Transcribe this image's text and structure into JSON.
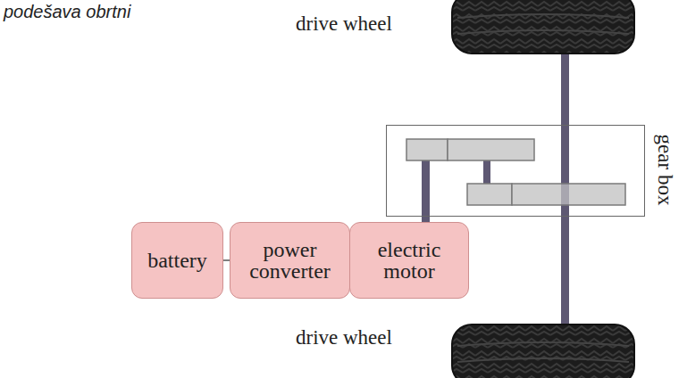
{
  "diagram": {
    "nodes": [
      {
        "text": [
          "gear box"
        ]
      },
      {
        "text": [
          "battery"
        ]
      },
      {
        "text": [
          "power converter"
        ]
      },
      {
        "text": [
          "electric motor"
        ]
      }
    ],
    "edges": [
      {
        "from": 1,
        "to": 2,
        "arrow": "none"
      },
      {
        "from": 2,
        "to": 3,
        "arrow": "none"
      }
    ],
    "labels": [
      "podešava obrtni",
      "drive wheel",
      "drive wheel"
    ]
  }
}
